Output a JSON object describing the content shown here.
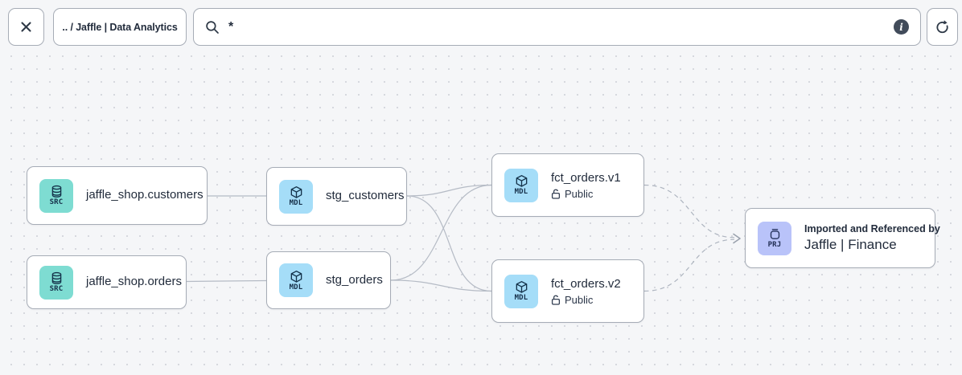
{
  "toolbar": {
    "breadcrumb": ".. / Jaffle | Data Analytics",
    "search": {
      "value": "*"
    },
    "icons": {
      "close": "x-icon",
      "search": "magnifier-icon",
      "info": "info-circle-icon",
      "refresh": "circular-arrow-icon"
    }
  },
  "colors": {
    "canvas_bg": "#f5f6f8",
    "dot": "#d3d6dc",
    "node_border": "#a6acb6",
    "edge": "#b5bbc5",
    "src_tile": "#7edcd2",
    "mdl_tile": "#a5ddf8",
    "prj_tile": "#b9c3f9",
    "text": "#222c3c",
    "info_badge": "#414b5a"
  },
  "graph": {
    "nodes": [
      {
        "id": "jaffle_shop.customers",
        "type": "SRC",
        "title": "jaffle_shop.customers"
      },
      {
        "id": "jaffle_shop.orders",
        "type": "SRC",
        "title": "jaffle_shop.orders"
      },
      {
        "id": "stg_customers",
        "type": "MDL",
        "title": "stg_customers"
      },
      {
        "id": "stg_orders",
        "type": "MDL",
        "title": "stg_orders"
      },
      {
        "id": "fct_orders.v1",
        "type": "MDL",
        "title": "fct_orders.v1",
        "access": "Public"
      },
      {
        "id": "fct_orders.v2",
        "type": "MDL",
        "title": "fct_orders.v2",
        "access": "Public"
      },
      {
        "id": "jaffle_finance",
        "type": "PRJ",
        "subtitle": "Imported and Referenced by",
        "title": "Jaffle | Finance"
      }
    ],
    "edges": [
      {
        "from": "jaffle_shop.customers",
        "to": "stg_customers",
        "style": "solid"
      },
      {
        "from": "jaffle_shop.orders",
        "to": "stg_orders",
        "style": "solid"
      },
      {
        "from": "stg_customers",
        "to": "fct_orders.v1",
        "style": "solid"
      },
      {
        "from": "stg_customers",
        "to": "fct_orders.v2",
        "style": "solid"
      },
      {
        "from": "stg_orders",
        "to": "fct_orders.v1",
        "style": "solid"
      },
      {
        "from": "stg_orders",
        "to": "fct_orders.v2",
        "style": "solid"
      },
      {
        "from": "fct_orders.v1",
        "to": "jaffle_finance",
        "style": "dashed"
      },
      {
        "from": "fct_orders.v2",
        "to": "jaffle_finance",
        "style": "dashed"
      }
    ]
  }
}
